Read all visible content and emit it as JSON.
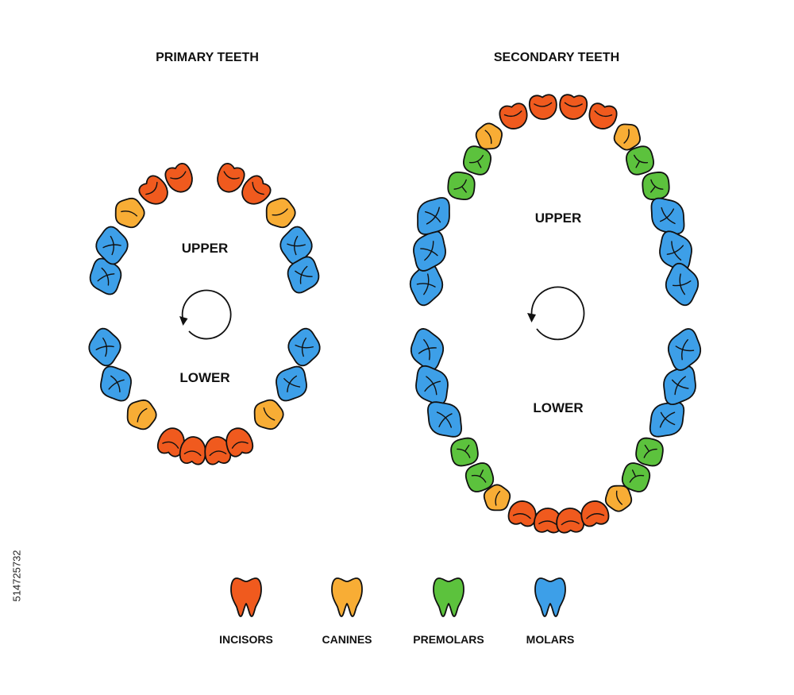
{
  "titles": {
    "primary": "PRIMARY TEETH",
    "secondary": "SECONDARY TEETH"
  },
  "jaw_labels": {
    "upper": "UPPER",
    "lower": "LOWER"
  },
  "colors": {
    "incisors": "#f05a1e",
    "canines": "#f8ad35",
    "premolars": "#5cc23d",
    "molars": "#3d9fe8",
    "outline": "#111111"
  },
  "legend": [
    {
      "key": "incisors",
      "label": "INCISORS"
    },
    {
      "key": "canines",
      "label": "CANINES"
    },
    {
      "key": "premolars",
      "label": "PREMOLARS"
    },
    {
      "key": "molars",
      "label": "MOLARS"
    }
  ],
  "arches": {
    "primary_upper": [
      "molars",
      "molars",
      "canines",
      "incisors",
      "incisors",
      "incisors",
      "incisors",
      "canines",
      "molars",
      "molars"
    ],
    "primary_lower": [
      "molars",
      "molars",
      "canines",
      "incisors",
      "incisors",
      "incisors",
      "incisors",
      "canines",
      "molars",
      "molars"
    ],
    "secondary_upper": [
      "molars",
      "molars",
      "molars",
      "premolars",
      "premolars",
      "canines",
      "incisors",
      "incisors",
      "incisors",
      "incisors",
      "canines",
      "premolars",
      "premolars",
      "molars",
      "molars",
      "molars"
    ],
    "secondary_lower": [
      "molars",
      "molars",
      "molars",
      "premolars",
      "premolars",
      "canines",
      "incisors",
      "incisors",
      "incisors",
      "incisors",
      "canines",
      "premolars",
      "premolars",
      "molars",
      "molars",
      "molars"
    ]
  },
  "stock_id": "514725732"
}
